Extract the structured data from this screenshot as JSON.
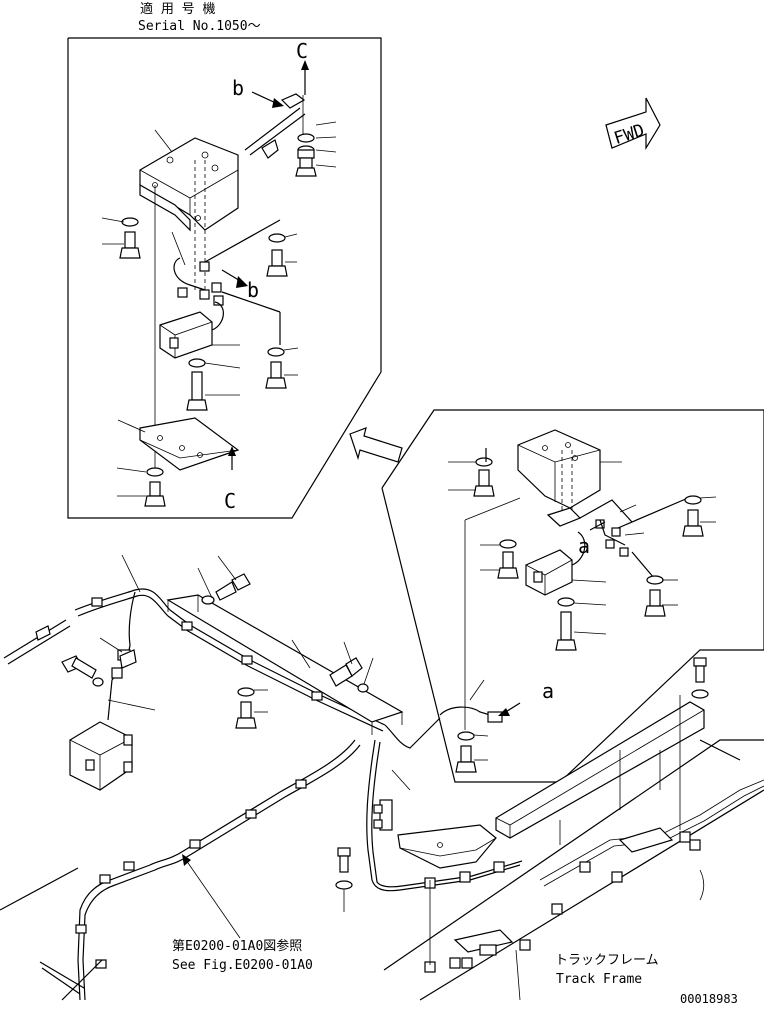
{
  "header": {
    "applicable_label": "適 用 号 機",
    "serial_label": "Serial No.1050～"
  },
  "fwd_label": "FWD",
  "view_letters": {
    "c_top": "C",
    "c_bottom": "C",
    "b_upper": "b",
    "b_lower": "b",
    "a_detail": "a",
    "a_main": "a"
  },
  "references": {
    "ref_jp": "第E0200-01A0図参照",
    "ref_en": "See Fig.E0200-01A0"
  },
  "track_frame": {
    "jp": "トラックフレーム",
    "en": "Track Frame"
  },
  "drawing_number": "00018983"
}
